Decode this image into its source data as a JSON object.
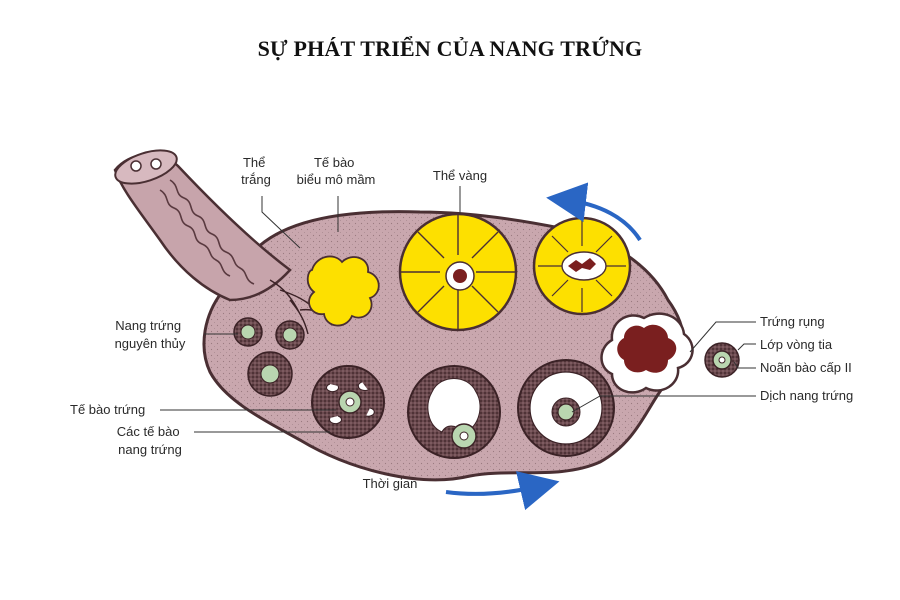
{
  "title": "SỰ PHÁT TRIỂN CỦA NANG TRỨNG",
  "colors": {
    "ovary_fill": "#c9a7ae",
    "ovary_edge": "#4a2f33",
    "corpus_luteum": "#fde000",
    "ovulated_blood": "#7a1f1f",
    "arrow_blue": "#2a66c4",
    "oocyte_green": "#b9d6b0"
  },
  "labels": {
    "corpus_albicans": [
      "Thể",
      "trắng"
    ],
    "germinal_epithelium": [
      "Tế bào",
      "biểu mô mầm"
    ],
    "corpus_luteum": "Thể vàng",
    "primordial_follicle": [
      "Nang trứng",
      "nguyên thủy"
    ],
    "oocyte": "Tế bào trứng",
    "follicle_cells": [
      "Các tế bào",
      "nang trứng"
    ],
    "time": "Thời gian",
    "ovulation": "Trứng rụng",
    "corona_radiata": "Lớp vòng tia",
    "secondary_oocyte": "Noãn bào cấp II",
    "follicular_fluid": "Dịch nang trứng"
  }
}
